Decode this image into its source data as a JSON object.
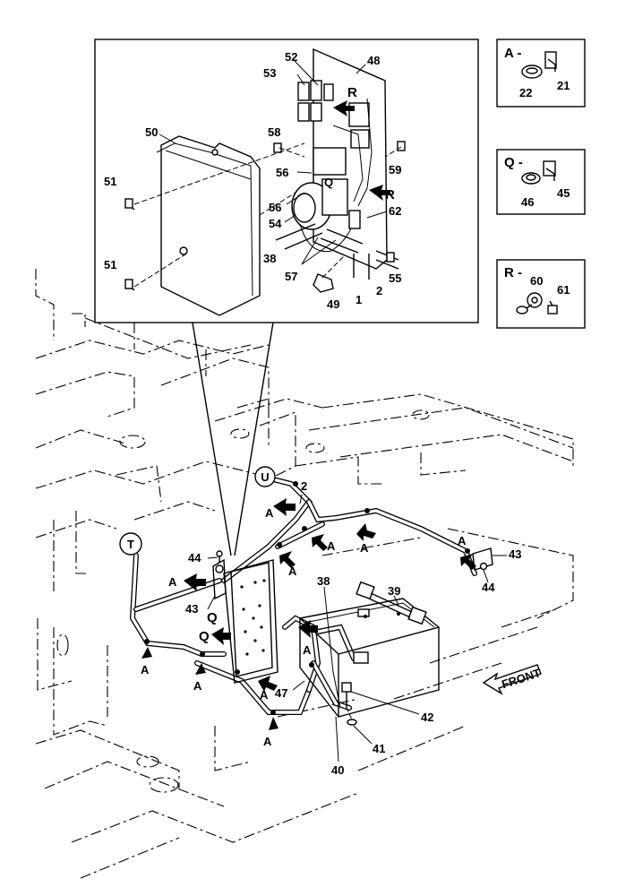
{
  "callouts": {
    "inset_top": [
      {
        "id": "c52",
        "text": "52"
      },
      {
        "id": "c48",
        "text": "48"
      },
      {
        "id": "c53",
        "text": "53"
      },
      {
        "id": "c50",
        "text": "50"
      },
      {
        "id": "c58",
        "text": "58"
      },
      {
        "id": "c59",
        "text": "59"
      },
      {
        "id": "c51a",
        "text": "51"
      },
      {
        "id": "c56a",
        "text": "56"
      },
      {
        "id": "c56b",
        "text": "56"
      },
      {
        "id": "c54",
        "text": "54"
      },
      {
        "id": "c62",
        "text": "62"
      },
      {
        "id": "c38a",
        "text": "38"
      },
      {
        "id": "c57",
        "text": "57"
      },
      {
        "id": "c51b",
        "text": "51"
      },
      {
        "id": "c49",
        "text": "49"
      },
      {
        "id": "c1",
        "text": "1"
      },
      {
        "id": "c2a",
        "text": "2"
      },
      {
        "id": "c55",
        "text": "55"
      },
      {
        "id": "cRa",
        "text": "R"
      },
      {
        "id": "cRb",
        "text": "R"
      }
    ],
    "main": [
      {
        "id": "c2b",
        "text": "2"
      },
      {
        "id": "c44a",
        "text": "44"
      },
      {
        "id": "c43a",
        "text": "43"
      },
      {
        "id": "c43b",
        "text": "43"
      },
      {
        "id": "c44b",
        "text": "44"
      },
      {
        "id": "c38b",
        "text": "38"
      },
      {
        "id": "c39",
        "text": "39"
      },
      {
        "id": "c47",
        "text": "47"
      },
      {
        "id": "c42",
        "text": "42"
      },
      {
        "id": "c41",
        "text": "41"
      },
      {
        "id": "c40",
        "text": "40"
      },
      {
        "id": "cQa",
        "text": "Q"
      },
      {
        "id": "cQb",
        "text": "Q"
      },
      {
        "id": "cA1",
        "text": "A"
      },
      {
        "id": "cA2",
        "text": "A"
      },
      {
        "id": "cA3",
        "text": "A"
      },
      {
        "id": "cA4",
        "text": "A"
      },
      {
        "id": "cA5",
        "text": "A"
      },
      {
        "id": "cA6",
        "text": "A"
      },
      {
        "id": "cA7",
        "text": "A"
      },
      {
        "id": "cA8",
        "text": "A"
      },
      {
        "id": "cA9",
        "text": "A"
      },
      {
        "id": "cA10",
        "text": "A"
      }
    ]
  },
  "circles": {
    "U": "U",
    "T": "T"
  },
  "front_label": "FRONT",
  "detail_boxes": [
    {
      "title": "A -",
      "parts": [
        "22",
        "21"
      ]
    },
    {
      "title": "Q -",
      "parts": [
        "46",
        "45"
      ]
    },
    {
      "title": "R -",
      "parts": [
        "60",
        "61"
      ]
    }
  ]
}
